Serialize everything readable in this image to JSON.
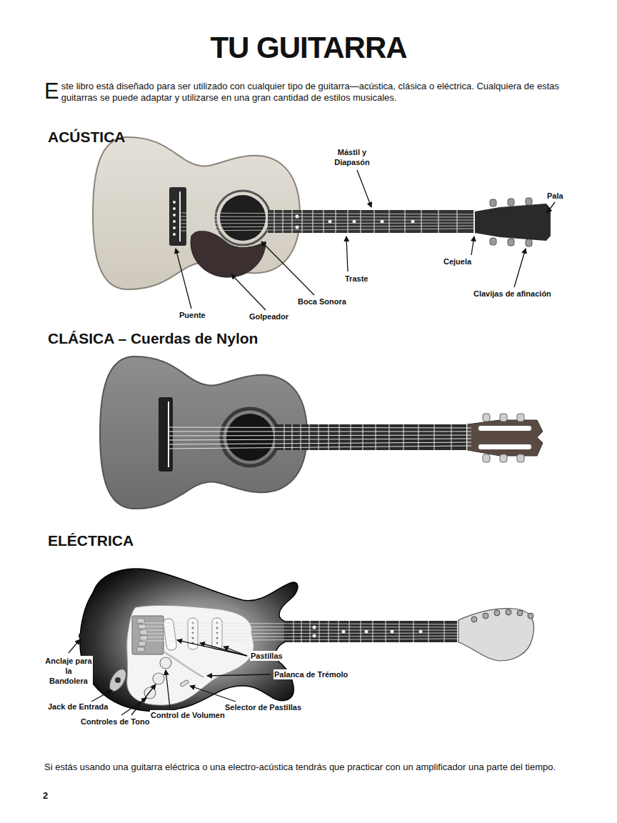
{
  "diagram": {
    "title": "TU GUITARRA",
    "labels": [
      "Este libro está diseñado para ser utilizado con cualquier tipo de guitarra—acústica, clásica o eléctrica. Cualquiera de estas guitarras se puede adaptar y utilizarse en una gran cantidad de estilos musicales.",
      "ACÚSTICA",
      "Mástil y Diapasón",
      "Pala",
      "Cejuela",
      "Traste",
      "Clavijas de afinación",
      "Boca Sonora",
      "Puente",
      "Golpeador",
      "CLÁSICA – Cuerdas de Nylon",
      "ELÉCTRICA",
      "Anclaje para la Bandolera",
      "Pastillas",
      "Palanca de Trémolo",
      "Jack de Entrada",
      "Controles de Tono",
      "Control de Volumen",
      "Selector de Pastillas",
      "Si estás usando una guitarra eléctrica o una electro-acústica tendrás que practicar con un amplificador una parte del tiempo.",
      "2"
    ]
  }
}
